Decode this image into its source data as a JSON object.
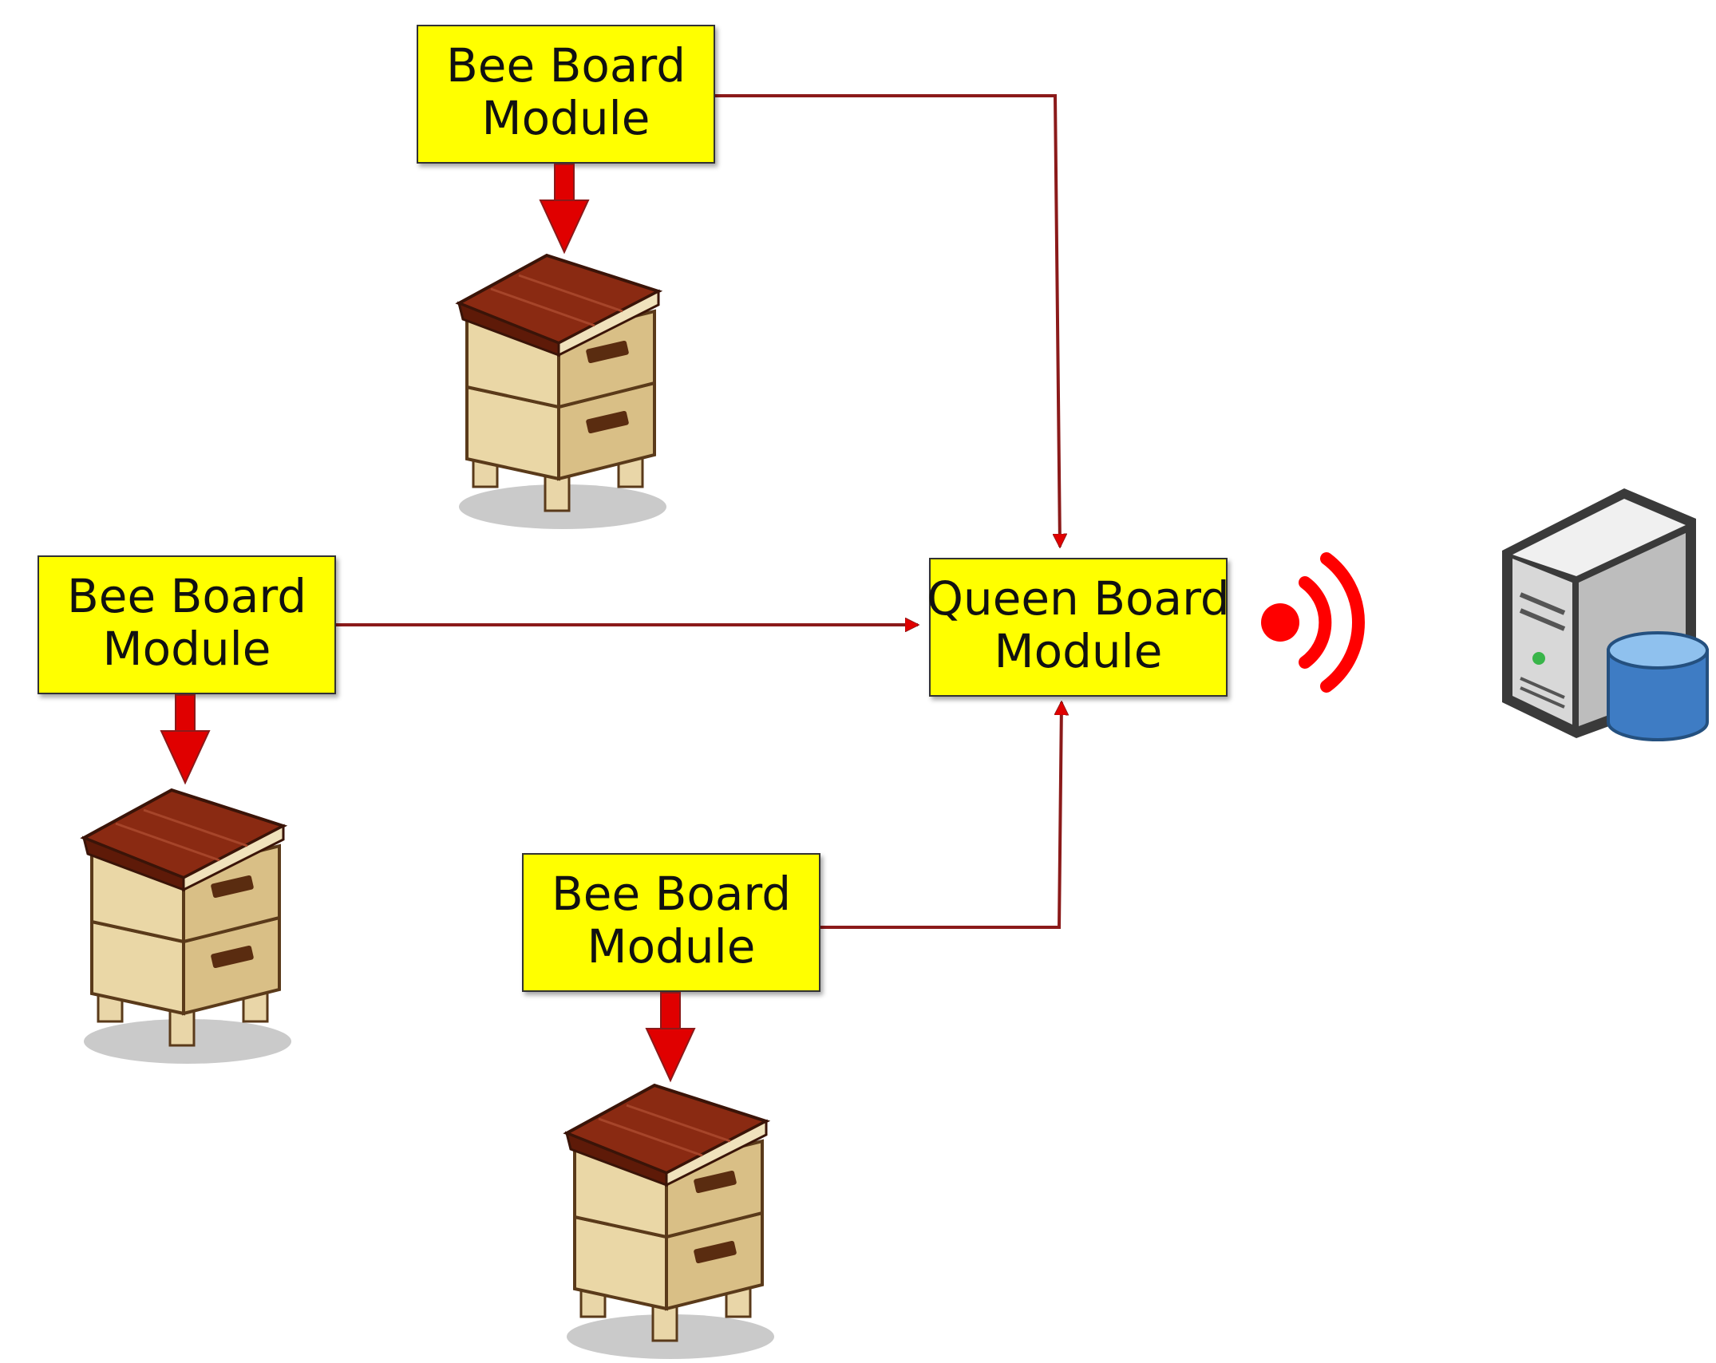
{
  "nodes": {
    "bee_top": {
      "line1": "Bee Board",
      "line2": "Module"
    },
    "bee_left": {
      "line1": "Bee Board",
      "line2": "Module"
    },
    "bee_bottom": {
      "line1": "Bee Board",
      "line2": "Module"
    },
    "queen": {
      "line1": "Queen Board",
      "line2": "Module"
    }
  },
  "icons": {
    "hive": "beehive-icon",
    "wireless": "wireless-signal-icon",
    "server": "database-server-icon"
  },
  "colors": {
    "box_fill": "#ffff00",
    "arrow": "#e00000",
    "connector": "#8b1a1a",
    "signal": "#ff0000"
  }
}
